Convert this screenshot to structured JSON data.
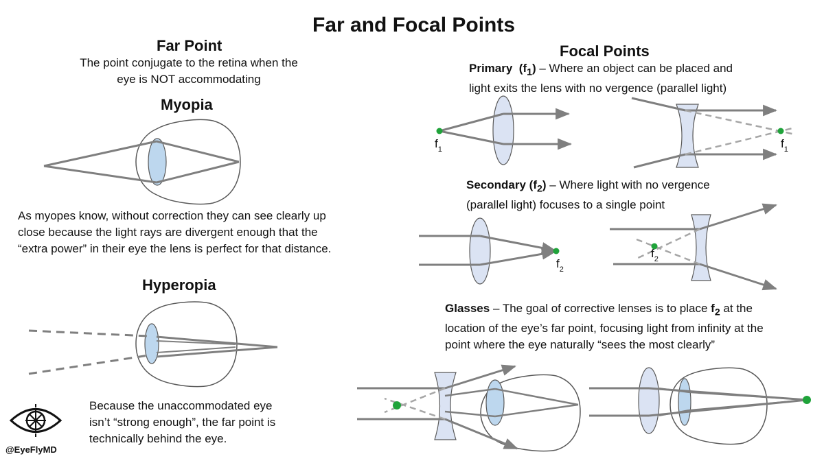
{
  "title": "Far and Focal Points",
  "far_point": {
    "heading": "Far Point",
    "definition_line1": "The point conjugate to the retina when the",
    "definition_line2": "eye is NOT accommodating"
  },
  "myopia": {
    "heading": "Myopia",
    "text_line1": "As myopes know, without correction they can see clearly up",
    "text_line2": "close because the light rays are divergent enough that the",
    "text_line3": "“extra power” in their eye the lens is perfect for that distance."
  },
  "hyperopia": {
    "heading": "Hyperopia",
    "text_line1": "Because the unaccommodated eye",
    "text_line2": "isn’t “strong enough”, the far point is",
    "text_line3": "technically behind the eye."
  },
  "focal_points": {
    "heading": "Focal Points",
    "primary_label": "Primary",
    "primary_symbol": "(f",
    "primary_sub": "1",
    "primary_close": ")",
    "primary_line1_rest": " – Where an object can be placed and",
    "primary_line2": "light exits the lens with no vergence (parallel light)",
    "secondary_label": "Secondary",
    "secondary_symbol": "(f",
    "secondary_sub": "2",
    "secondary_close": ")",
    "secondary_line1_rest": " – Where light with no vergence",
    "secondary_line2": "(parallel light) focuses to a single point"
  },
  "glasses": {
    "label": "Glasses",
    "line1_a": " – The goal of corrective lenses is to place ",
    "line1_f": "f",
    "line1_sub": "2",
    "line1_b": " at the",
    "line2": "location of the eye’s far point, focusing light from infinity at the",
    "line3": "point where the eye naturally “sees the most clearly”"
  },
  "diagram_labels": {
    "f": "f",
    "sub1": "1",
    "sub2": "2"
  },
  "logo": {
    "handle": "@EyeFlyMD"
  },
  "colors": {
    "ray": "#7f7f7f",
    "lens_fill": "#dbe3f3",
    "crystalline_lens": "#bdd7ee",
    "focal_point": "#1fa33a",
    "outline": "#595959"
  }
}
